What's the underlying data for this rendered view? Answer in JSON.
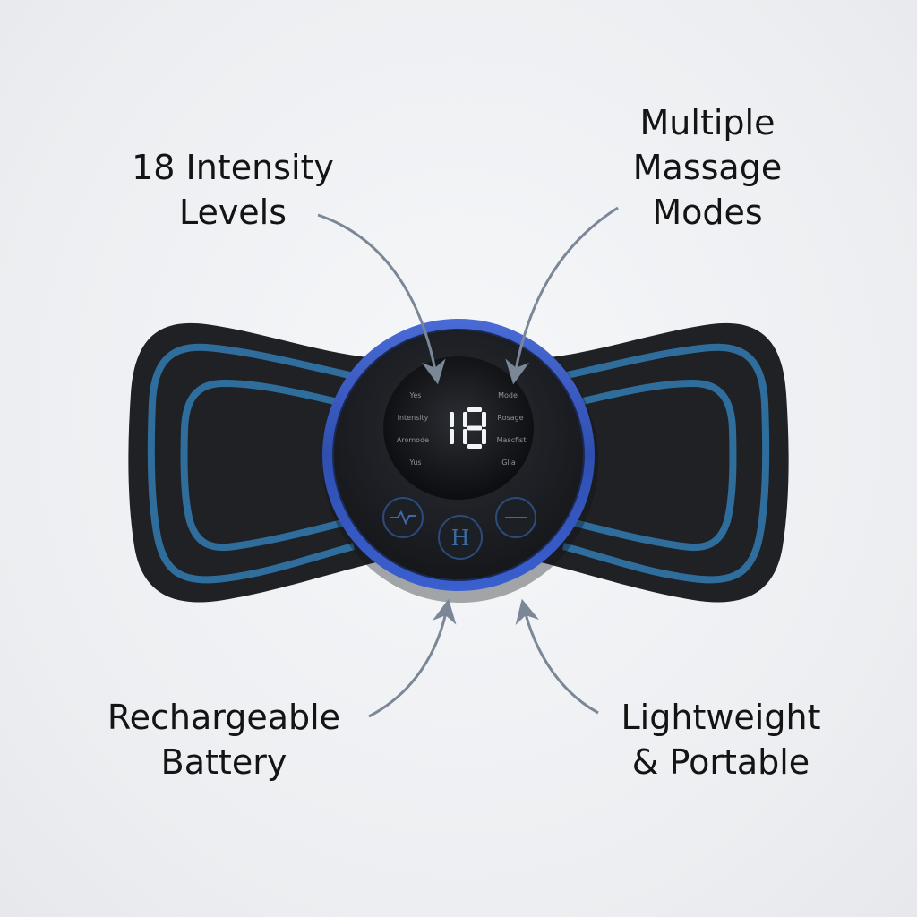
{
  "callouts": {
    "intensity": [
      "18 Intensity",
      "Levels"
    ],
    "modes": [
      "Multiple",
      "Massage",
      "Modes"
    ],
    "battery": [
      "Rechargeable",
      "Battery"
    ],
    "portable": [
      "Lightweight",
      "& Portable"
    ]
  },
  "display": {
    "value": "18",
    "left_labels": [
      "Yes",
      "Intensity",
      "Aromode",
      "Yus"
    ],
    "right_labels": [
      "Mode",
      "Rosage",
      "Mascfist",
      "Glia"
    ]
  },
  "buttons": {
    "center_symbol": "H"
  },
  "colors": {
    "pad": "#1e2024",
    "pad_lines": "#2f6e9c",
    "ring": "#3556b8",
    "arrow": "#7b8796",
    "text": "#141414"
  },
  "icons": [
    "wave-icon",
    "h-icon",
    "minus-icon"
  ]
}
